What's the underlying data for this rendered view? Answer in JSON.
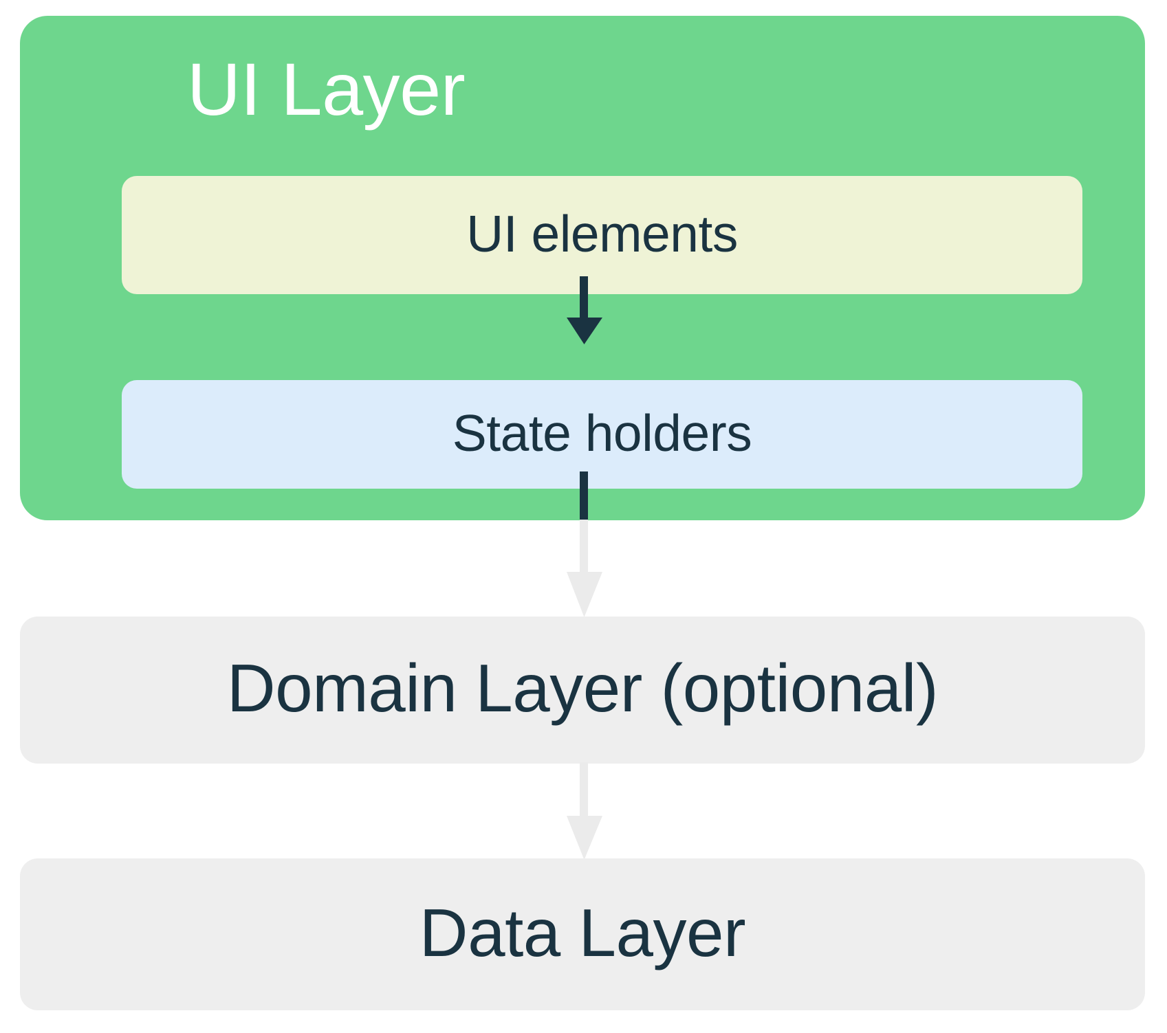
{
  "diagram": {
    "title_text": "UI Layer",
    "colors": {
      "ui_layer_background": "#6ed68d",
      "ui_elements_background": "#eff3d6",
      "state_holders_background": "#dcecfb",
      "layer_box_background": "#eeeeee",
      "dark_text": "#1a3341",
      "light_text": "#ffffff",
      "dark_arrow": "#1a3341",
      "light_arrow": "#ebebeb",
      "page_background": "#ffffff"
    },
    "ui_layer": {
      "label": "UI Layer",
      "children": [
        {
          "id": "ui-elements",
          "label": "UI elements"
        },
        {
          "id": "state-holders",
          "label": "State holders"
        }
      ]
    },
    "layers": [
      {
        "id": "domain-layer",
        "label": "Domain Layer (optional)"
      },
      {
        "id": "data-layer",
        "label": "Data Layer"
      }
    ],
    "arrows": [
      {
        "id": "ui-elements-to-state-holders",
        "from": "UI elements",
        "to": "State holders",
        "style": "solid-dark"
      },
      {
        "id": "state-holders-to-domain",
        "from": "State holders",
        "to": "Domain Layer (optional)",
        "style": "solid-light"
      },
      {
        "id": "domain-to-data",
        "from": "Domain Layer (optional)",
        "to": "Data Layer",
        "style": "solid-light"
      }
    ]
  }
}
